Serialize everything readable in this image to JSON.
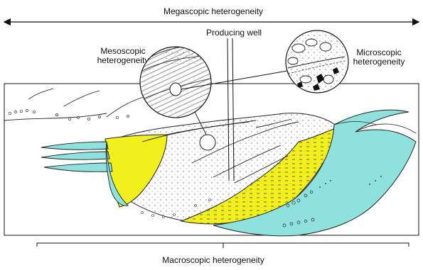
{
  "labels": {
    "megascopic": "Megascopic heterogeneity",
    "mesoscopic": "Mesoscopic\nheterogeneity",
    "producing_well": "Producing well",
    "microscopic": "Microscopic\nheterogeneity",
    "macroscopic": "Macroscopic heterogeneity"
  },
  "colors": {
    "yellow": "#f2ef1e",
    "cyan": "#8ee1dc",
    "line": "#1a1a1a"
  }
}
